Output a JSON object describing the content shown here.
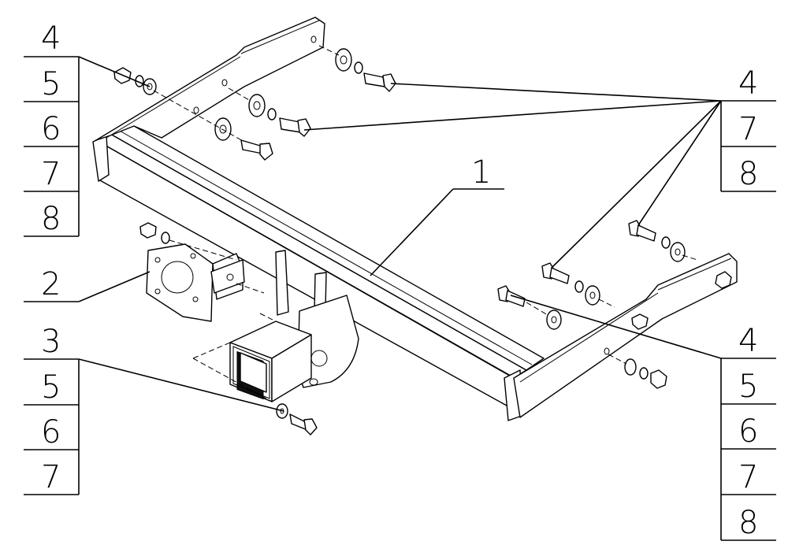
{
  "callouts": {
    "part1": "1",
    "part2": "2",
    "left_top": [
      "4",
      "5",
      "6",
      "7",
      "8"
    ],
    "left_bottom": [
      "3",
      "5",
      "6",
      "7"
    ],
    "right_top": [
      "4",
      "7",
      "8"
    ],
    "right_bottom": [
      "4",
      "5",
      "6",
      "7",
      "8"
    ]
  }
}
